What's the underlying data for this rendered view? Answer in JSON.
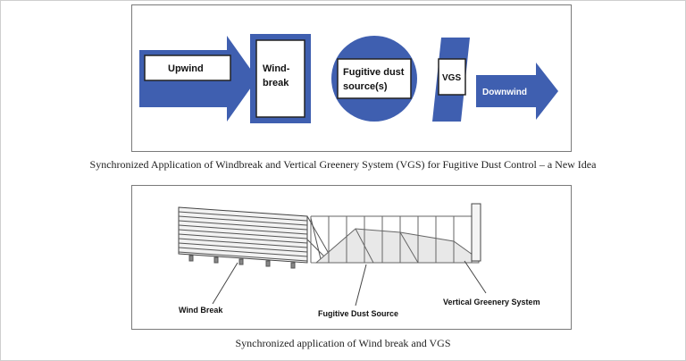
{
  "top_diagram": {
    "upwind_label": "Upwind",
    "windbreak_label_line1": "Wind-",
    "windbreak_label_line2": "break",
    "dust_label_line1": "Fugitive dust",
    "dust_label_line2": "source(s)",
    "vgs_label": "VGS",
    "downwind_label": "Downwind",
    "accent_color": "#3f5fb0",
    "caption": "Synchronized Application of Windbreak and Vertical Greenery System (VGS) for Fugitive Dust Control – a New Idea"
  },
  "bottom_diagram": {
    "label_wind_break": "Wind Break",
    "label_dust_source": "Fugitive Dust Source",
    "label_vgs": "Vertical Greenery System",
    "caption": "Synchronized application of Wind break and VGS"
  }
}
